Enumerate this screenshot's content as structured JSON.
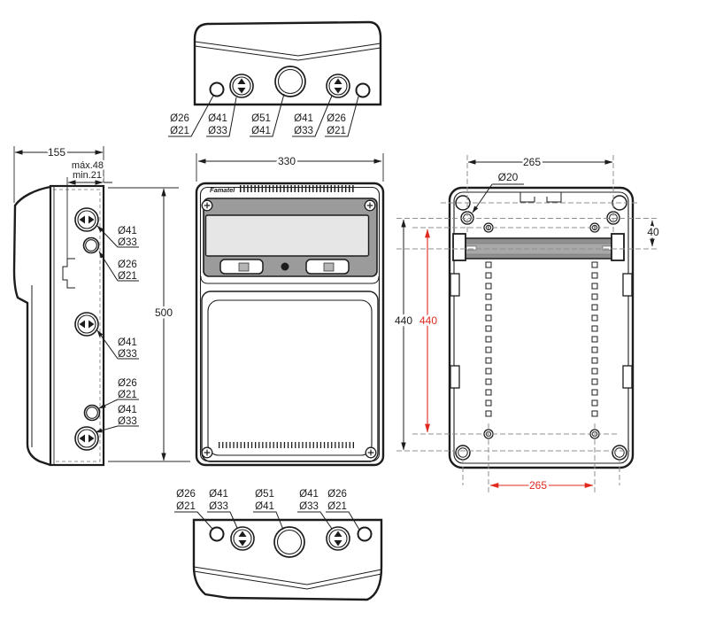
{
  "drawing": {
    "title": "enclosure-technical-drawing",
    "brand": "Famatel"
  },
  "colors": {
    "line": "#1c1c1c",
    "dimension_red": "#e02a20",
    "panel_gray": "#9b9b9b",
    "window_gray": "#e6e6e6",
    "rail_gray": "#8f8f8f"
  },
  "top_view": {
    "labels": [
      {
        "l1": "Ø26",
        "l2": "Ø21"
      },
      {
        "l1": "Ø41",
        "l2": "Ø33"
      },
      {
        "l1": "Ø51",
        "l2": "Ø41"
      },
      {
        "l1": "Ø41",
        "l2": "Ø33"
      },
      {
        "l1": "Ø26",
        "l2": "Ø21"
      }
    ]
  },
  "bottom_view": {
    "labels": [
      {
        "l1": "Ø26",
        "l2": "Ø21"
      },
      {
        "l1": "Ø41",
        "l2": "Ø33"
      },
      {
        "l1": "Ø51",
        "l2": "Ø41"
      },
      {
        "l1": "Ø41",
        "l2": "Ø33"
      },
      {
        "l1": "Ø26",
        "l2": "Ø21"
      }
    ]
  },
  "side_view": {
    "dim_width": "155",
    "dim_max": "máx.48",
    "dim_min": "min.21",
    "dim_height": "500",
    "labels": [
      {
        "l1": "Ø41",
        "l2": "Ø33"
      },
      {
        "l1": "Ø26",
        "l2": "Ø21"
      },
      {
        "l1": "Ø41",
        "l2": "Ø33"
      },
      {
        "l1": "Ø26",
        "l2": "Ø21"
      },
      {
        "l1": "Ø41",
        "l2": "Ø33"
      }
    ]
  },
  "front_view": {
    "dim_width": "330",
    "brand": "Famatel"
  },
  "back_view": {
    "dim_width_top": "265",
    "hole_label": "Ø20",
    "dim_rail_offset": "40",
    "dim_height": "440",
    "dim_height_fixing_red": "440",
    "dim_fixing_width_red": "265"
  }
}
